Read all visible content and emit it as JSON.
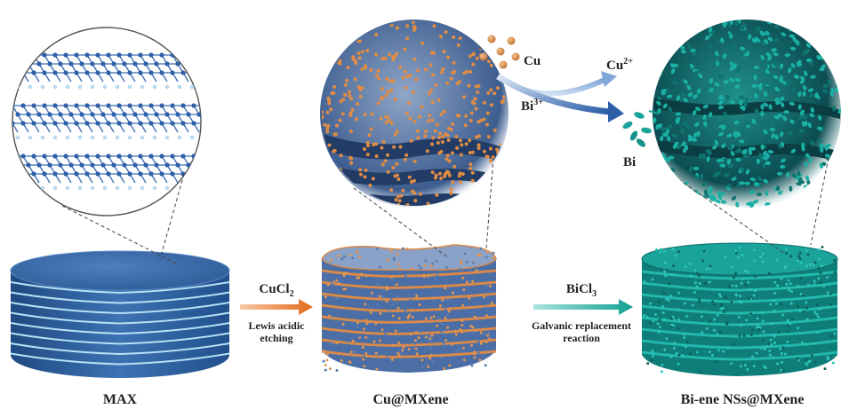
{
  "labels": {
    "max": "MAX",
    "cu_mxene": "Cu@MXene",
    "bi_mxene": "Bi-ene NSs@MXene"
  },
  "step1": {
    "reagent": "CuCl",
    "reagent_sub": "2",
    "desc_line1": "Lewis acidic",
    "desc_line2": "etching"
  },
  "step2": {
    "reagent": "BiCl",
    "reagent_sub": "3",
    "desc_line1": "Galvanic replacement",
    "desc_line2": "reaction"
  },
  "ions": {
    "cu": "Cu",
    "cu2": "Cu",
    "cu2_charge": "2+",
    "bi3": "Bi",
    "bi3_charge": "3+",
    "bi": "Bi"
  },
  "colors": {
    "max_blue": "#2f5f9e",
    "max_light": "#a8d8ef",
    "copper": "#d9894a",
    "mxene_blue": "#3a5f96",
    "teal": "#1aa39a",
    "arrow_orange": "#e8742c",
    "arrow_teal": "#1ba59c",
    "arrow_blue": "#4a7cc0"
  }
}
